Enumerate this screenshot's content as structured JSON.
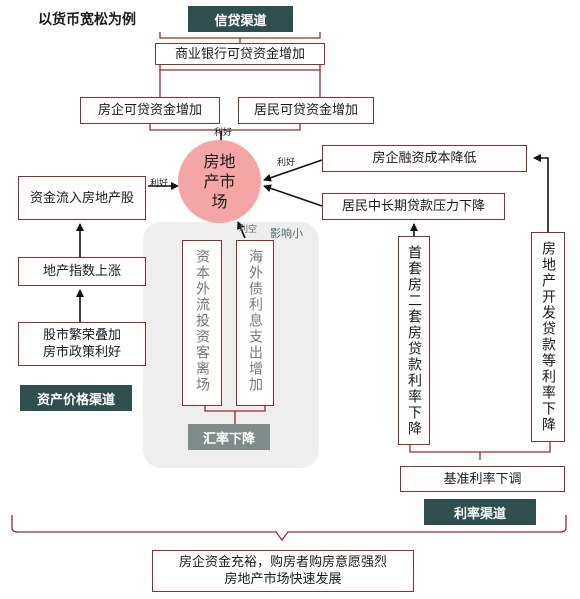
{
  "title": "以货币宽松为例",
  "channels": {
    "credit": "信贷渠道",
    "asset_price": "资产价格渠道",
    "exchange_rate": "汇率下降",
    "interest_rate": "利率渠道"
  },
  "center": "房地产市场",
  "boxes": {
    "bank_credit": "商业银行可贷资金增加",
    "developer_credit": "房企可贷资金增加",
    "resident_credit": "居民可贷资金增加",
    "capital_inflow": "资金流入房地产股",
    "index_up": "地产指数上涨",
    "stock_policy": "股市繁荣叠加房市政策利好",
    "capital_outflow": "资本外流投资客离场",
    "foreign_debt": "海外债利息支出增加",
    "financing_cost": "房企融资成本降低",
    "mortgage_pressure": "居民中长期贷款压力下降",
    "first_second_rate": "首套房二套房贷款利率下降",
    "development_rate": "房地产开发贷款等利率下降",
    "benchmark_rate": "基准利率下调",
    "conclusion_line1": "房企资金充裕，购房者购房意愿强烈",
    "conclusion_line2": "房地产市场快速发展"
  },
  "labels": {
    "good_top": "利好",
    "good_left": "利好",
    "good_right": "利好",
    "bad": "利空",
    "impact_small": "影响小"
  },
  "colors": {
    "box_border": "#9b2a2a",
    "center_fill": "#f4a6a6",
    "channel_tag": "#2f4f4f",
    "exchange_tag": "#7f8c8a",
    "panel_fill": "#eeeeee"
  }
}
